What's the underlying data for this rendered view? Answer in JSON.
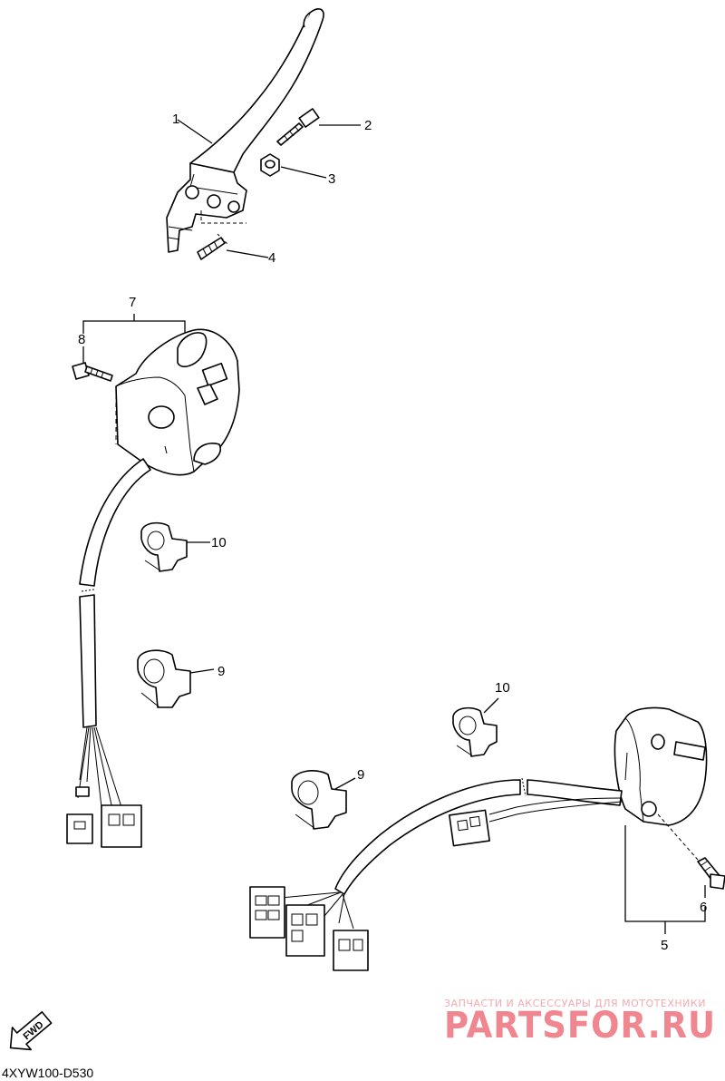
{
  "diagram": {
    "code": "4XYW100-D530",
    "fwd_label": "FWD",
    "callouts": [
      {
        "id": "c1",
        "label": "1"
      },
      {
        "id": "c2",
        "label": "2"
      },
      {
        "id": "c3",
        "label": "3"
      },
      {
        "id": "c4",
        "label": "4"
      },
      {
        "id": "c5",
        "label": "5"
      },
      {
        "id": "c6",
        "label": "6"
      },
      {
        "id": "c7",
        "label": "7"
      },
      {
        "id": "c8",
        "label": "8"
      },
      {
        "id": "c9a",
        "label": "9"
      },
      {
        "id": "c9b",
        "label": "9"
      },
      {
        "id": "c10a",
        "label": "10"
      },
      {
        "id": "c10b",
        "label": "10"
      }
    ]
  },
  "watermark": {
    "tagline": "ЗАПЧАСТИ И АКСЕССУАРЫ ДЛЯ МОТОТЕХНИКИ",
    "brand": "PARTSFOR.RU",
    "color": "#f0868f"
  }
}
